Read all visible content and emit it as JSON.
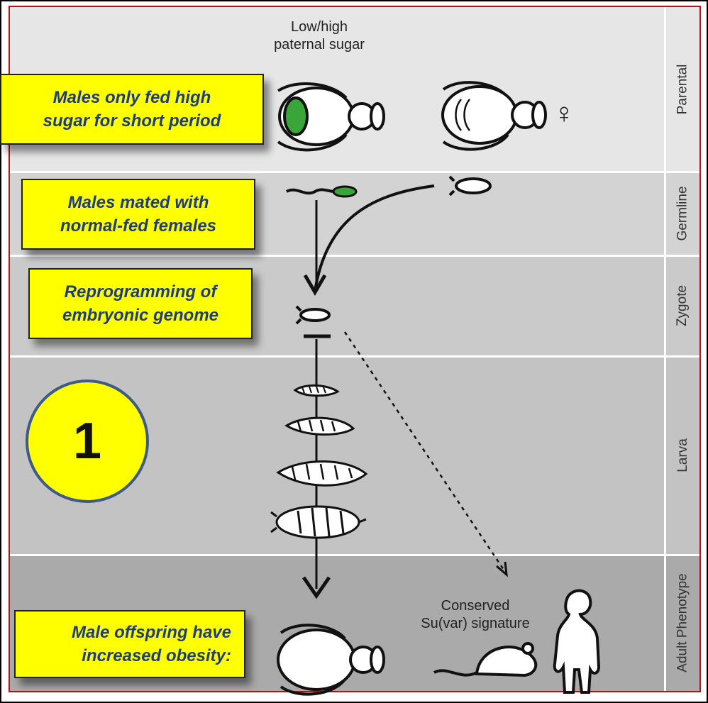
{
  "stages": {
    "parental": "Parental",
    "germline": "Germline",
    "zygote": "Zygote",
    "larva": "Larva",
    "adult": "Adult Phenotype"
  },
  "top_label": {
    "line1": "Low/high",
    "line2": "paternal sugar"
  },
  "female_symbol": "♀",
  "callouts": {
    "c1": {
      "line1": "Males only fed high",
      "line2": "sugar for short period"
    },
    "c2": {
      "line1": "Males mated with",
      "line2": "normal-fed females"
    },
    "c3": {
      "line1": "Reprogramming of",
      "line2": "embryonic genome"
    },
    "c4": {
      "line1": "Male offspring have",
      "line2": "increased obesity:"
    }
  },
  "conserved_label": {
    "line1": "Conserved",
    "line2": "Su(var) signature"
  },
  "step_number": "1",
  "colors": {
    "callout_fill": "#ffff00",
    "callout_text": "#1f3c7a",
    "circle_border": "#3d5a8a",
    "sperm_green": "#3aa63a"
  }
}
